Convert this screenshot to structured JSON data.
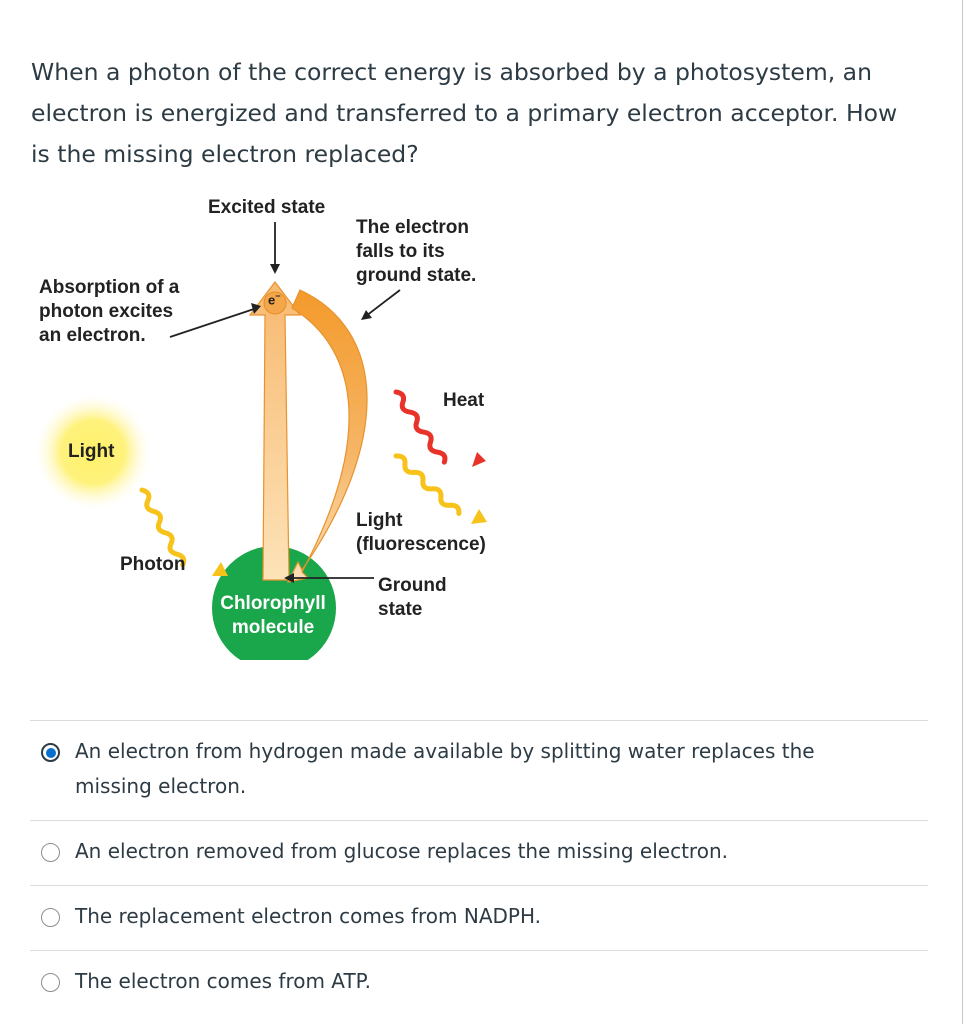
{
  "question": {
    "text": "When a photon of the correct energy is absorbed by a photosystem, an\nelectron is energized and transferred to a primary electron acceptor. How\nis the missing electron replaced?"
  },
  "figure": {
    "excited_state": "Excited state",
    "electron_falls": "The electron\nfalls to its\nground state.",
    "absorption": "Absorption of a\nphoton excites\nan electron.",
    "electron_symbol": "e",
    "electron_superscript": "−",
    "heat": "Heat",
    "light": "Light",
    "fluorescence": "Light\n(fluorescence)",
    "photon": "Photon",
    "ground_state": "Ground\nstate",
    "chlorophyll": "Chlorophyll\nmolecule",
    "colors": {
      "arrow_orange": "#f39a2b",
      "arrow_light": "#f9c98a",
      "chlorophyll_green": "#1aa64a",
      "light_glow": "#fff06a",
      "heat_red": "#e8332a",
      "wavy_yellow": "#f7c31b"
    }
  },
  "answers": {
    "options": [
      {
        "text": "An electron from hydrogen made available by splitting water replaces the\nmissing electron.",
        "selected": true
      },
      {
        "text": "An electron removed from glucose replaces the missing electron.",
        "selected": false
      },
      {
        "text": "The replacement electron comes from NADPH.",
        "selected": false
      },
      {
        "text": "The electron comes from ATP.",
        "selected": false
      }
    ],
    "accent_color": "#0770cf"
  }
}
